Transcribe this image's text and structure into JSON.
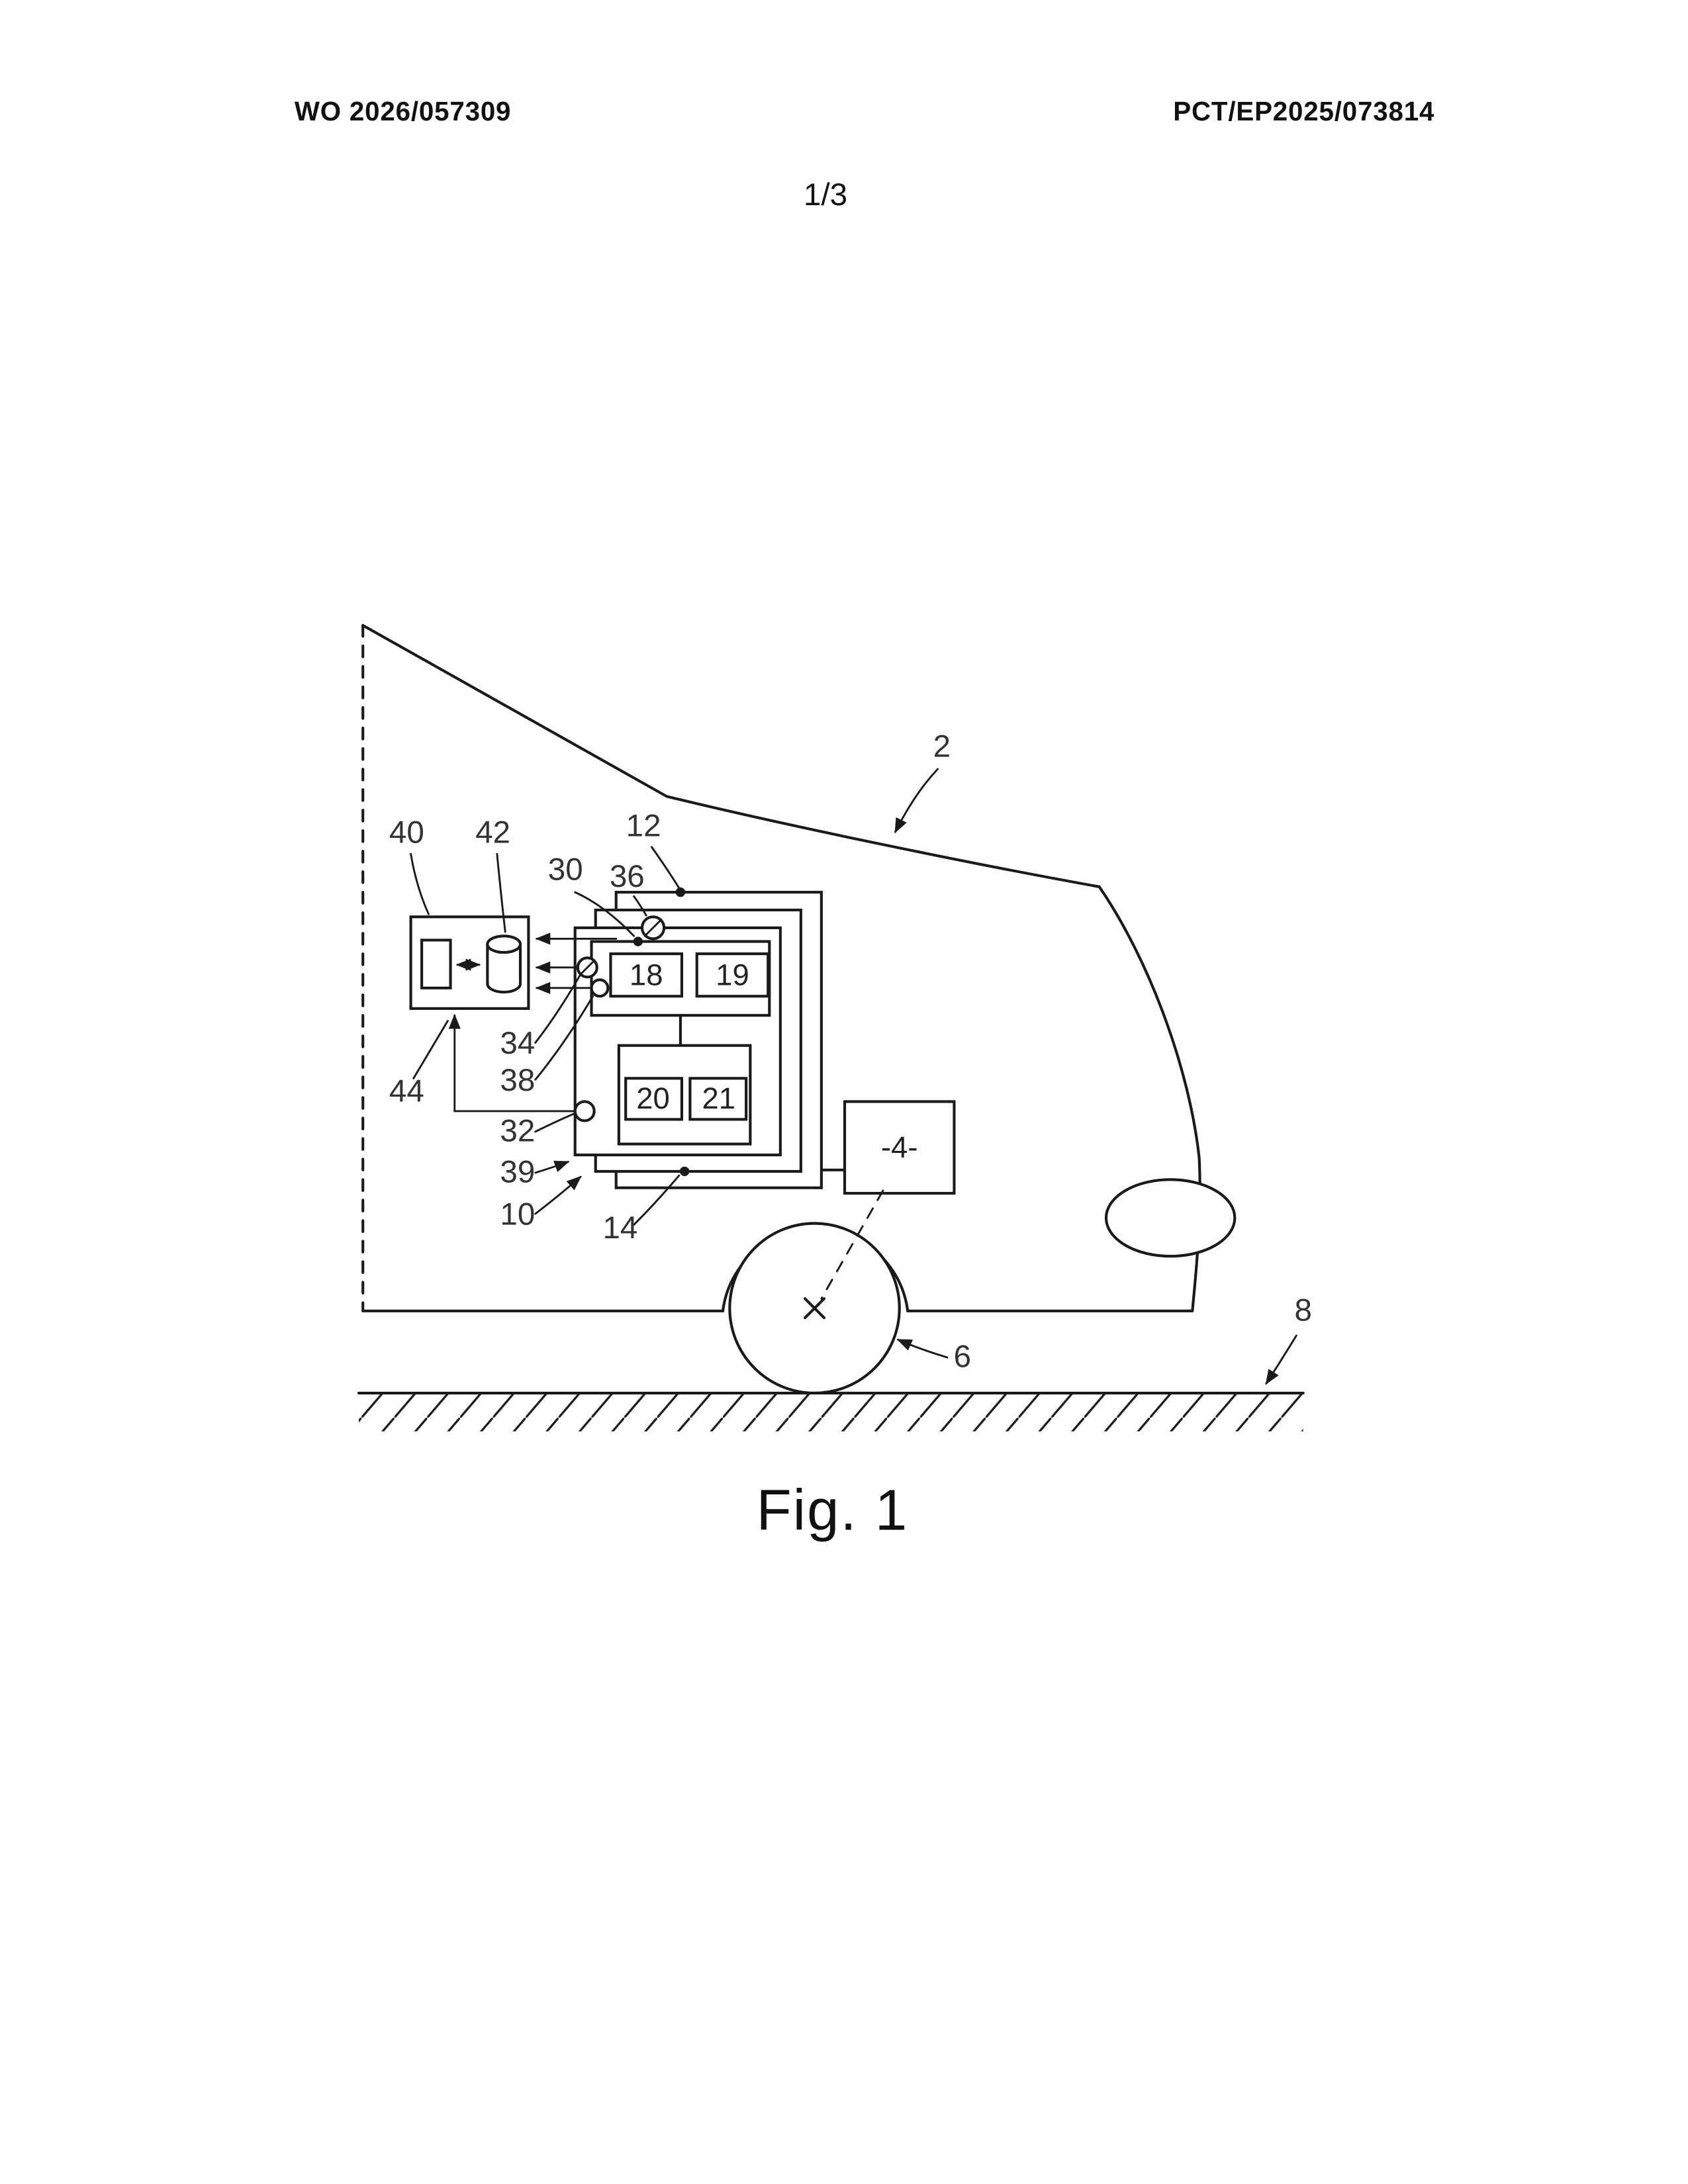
{
  "page": {
    "header_left": "WO 2026/057309",
    "header_right": "PCT/EP2025/073814",
    "page_number": "1/3",
    "figure_caption": "Fig. 1"
  },
  "figure": {
    "component_boxes": {
      "b18": "18",
      "b19": "19",
      "b20": "20",
      "b21": "21",
      "b4": "-4-"
    },
    "labels": {
      "l2": "2",
      "l6": "6",
      "l8": "8",
      "l10": "10",
      "l12": "12",
      "l14": "14",
      "l30": "30",
      "l32": "32",
      "l34": "34",
      "l36": "36",
      "l38": "38",
      "l39": "39",
      "l40": "40",
      "l42": "42",
      "l44": "44"
    }
  }
}
